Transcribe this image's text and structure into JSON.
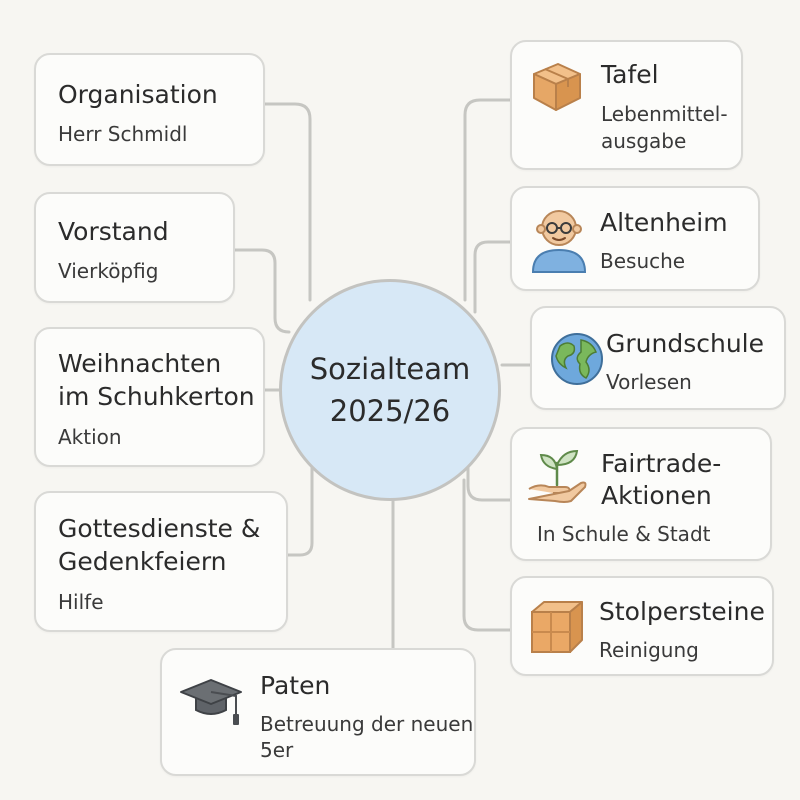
{
  "colors": {
    "background": "#f7f6f2",
    "card_border": "#d9d9d6",
    "connector": "#c6c6c2",
    "center_fill": "#d7e8f6"
  },
  "center": {
    "line1": "Sozialteam",
    "line2": "2025/26"
  },
  "left_nodes": [
    {
      "title": "Organisation",
      "subtitle": "Herr Schmidl"
    },
    {
      "title": "Vorstand",
      "subtitle": "Vierköpfig"
    },
    {
      "title_lines": [
        "Weihnachten",
        "im Schuhkerton"
      ],
      "subtitle": "Aktion"
    },
    {
      "title_lines": [
        "Gottesdienste &",
        "Gedenkfeiern"
      ],
      "subtitle": "Hilfe"
    }
  ],
  "bottom_node": {
    "title": "Paten",
    "subtitle_lines": [
      "Betreuung der neuen",
      "5er"
    ],
    "icon": "graduation-cap-icon"
  },
  "right_nodes": [
    {
      "title": "Tafel",
      "subtitle_lines": [
        "Lebenmittel-",
        "ausgabe"
      ],
      "icon": "cardboard-box-icon"
    },
    {
      "title": "Altenheim",
      "subtitle": "Besuche",
      "icon": "elderly-person-icon"
    },
    {
      "title": "Grundschule",
      "subtitle": "Vorlesen",
      "icon": "globe-icon"
    },
    {
      "title_lines": [
        "Fairtrade-",
        "Aktionen"
      ],
      "subtitle": "In Schule & Stadt",
      "icon": "hand-with-plant-icon"
    },
    {
      "title": "Stolpersteine",
      "subtitle": "Reinigung",
      "icon": "crate-icon"
    }
  ]
}
